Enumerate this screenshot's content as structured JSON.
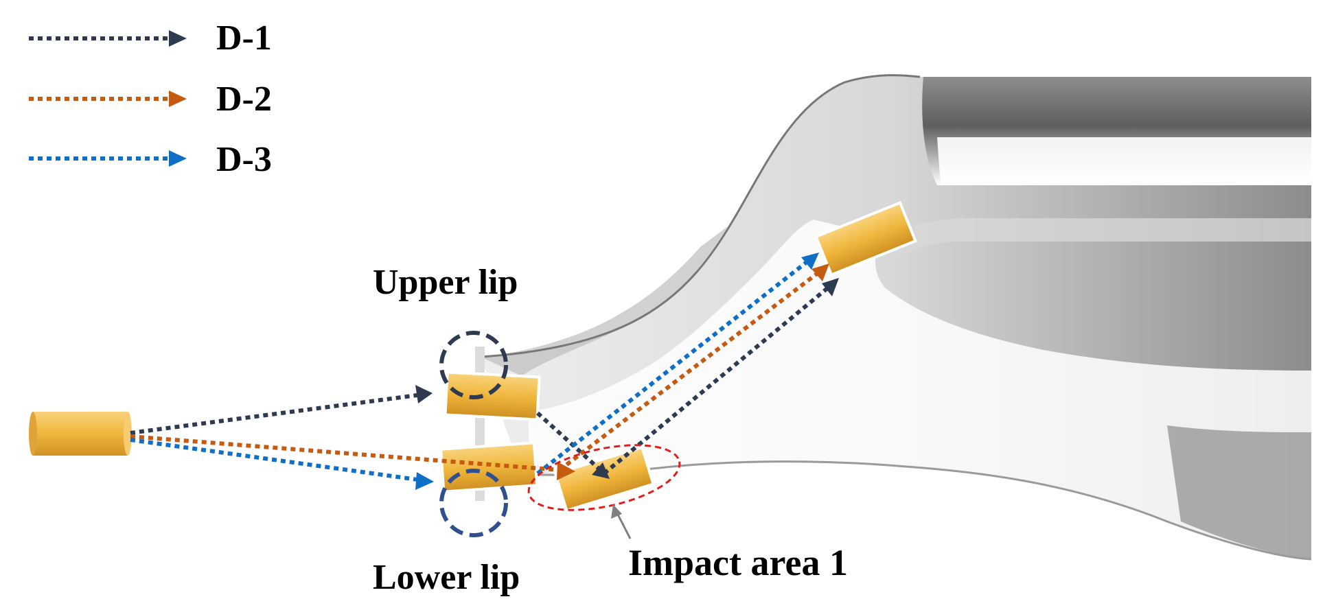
{
  "legend": {
    "items": [
      {
        "label": "D-1",
        "color": "#2e3a50"
      },
      {
        "label": "D-2",
        "color": "#c55a11"
      },
      {
        "label": "D-3",
        "color": "#0f6fc6"
      }
    ]
  },
  "annotations": {
    "upper_lip": "Upper lip",
    "lower_lip": "Lower lip",
    "impact_area": "Impact area 1"
  },
  "colors": {
    "cylinder": "#f0b63c",
    "upper_lip_circle": "#2e3a50",
    "lower_lip_circle": "#2f4f8f",
    "impact_ellipse": "#e21b1b"
  }
}
